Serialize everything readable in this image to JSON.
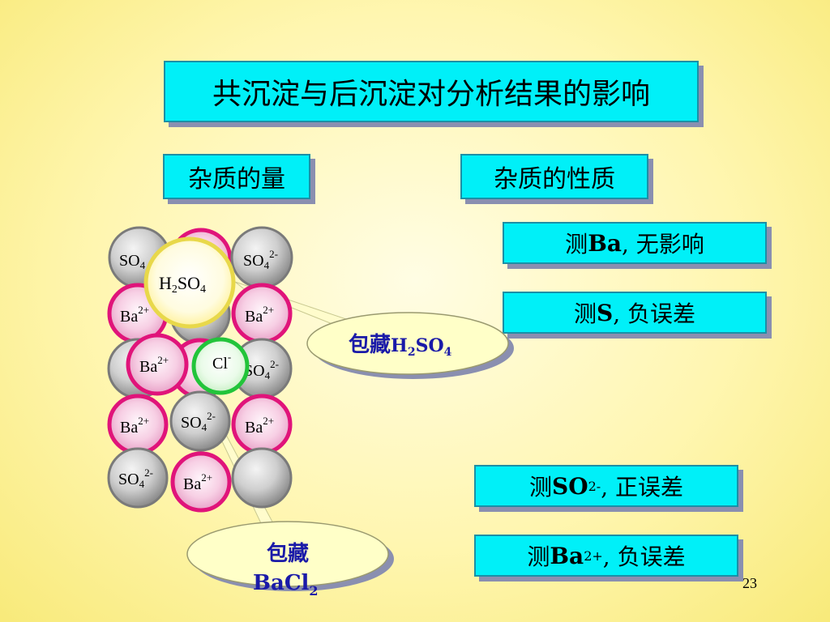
{
  "title": "共沉淀与后沉淀对分析结果的影响",
  "headers": {
    "quantity": "杂质的量",
    "nature": "杂质的性质"
  },
  "results": [
    {
      "prefix": "测",
      "species": "Ba",
      "sup": "",
      "suffix": ", 无影响"
    },
    {
      "prefix": "测",
      "species": "S",
      "sup": "",
      "suffix": ", 负误差"
    },
    {
      "prefix": "测",
      "species": "SO",
      "sup": "2-",
      "suffix": ", 正误差"
    },
    {
      "prefix": "测",
      "species": "Ba",
      "sup": "2+",
      "suffix": ", 负误差"
    }
  ],
  "callouts": {
    "h2so4": {
      "label": "包藏",
      "formula": "H",
      "sub1": "2",
      "mid": "SO",
      "sub2": "4"
    },
    "bacl2": {
      "label": "包藏",
      "formula": "BaCl",
      "sub": "2"
    }
  },
  "ions": {
    "so4": {
      "base": "SO",
      "sub": "4",
      "sup": "2-"
    },
    "ba": {
      "base": "Ba",
      "sup": "2+"
    },
    "cl": {
      "base": "Cl",
      "sup": "-"
    },
    "h2so4": {
      "h": "H",
      "sub1": "2",
      "so": "SO",
      "sub2": "4"
    }
  },
  "page_number": "23",
  "colors": {
    "box_fill": "#00f0f8",
    "callout_fill": "#ffffc8",
    "ba_ion": "#e0147a",
    "so4_ion": "#9a9a9a",
    "cl_ion": "#22c43a",
    "callout_text": "#1a1aa8"
  }
}
